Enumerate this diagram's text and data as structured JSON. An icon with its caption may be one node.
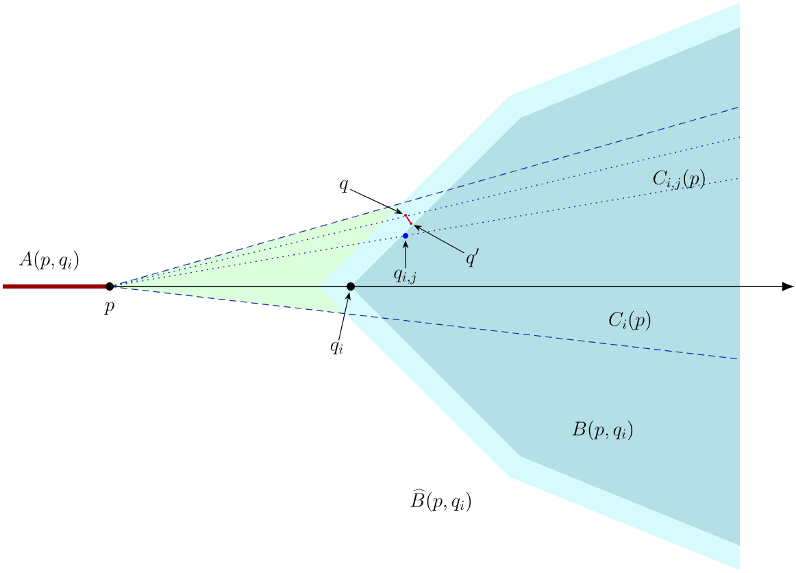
{
  "diagram": {
    "nodes": [
      {
        "text": [
          "q"
        ]
      },
      {
        "text": [],
        "shape": "point"
      },
      {
        "text": [
          "q'"
        ]
      },
      {
        "text": [],
        "shape": "point"
      },
      {
        "text": [
          "q_{i,j}"
        ]
      },
      {
        "text": [],
        "shape": "circle"
      },
      {
        "text": [
          "q_i"
        ]
      },
      {
        "text": [],
        "shape": "circle"
      }
    ],
    "edges": [
      {
        "from": 0,
        "to": 1,
        "arrow": "to"
      },
      {
        "from": 2,
        "to": 3,
        "arrow": "to"
      },
      {
        "from": 4,
        "to": 5,
        "arrow": "to"
      },
      {
        "from": 6,
        "to": 7,
        "arrow": "to"
      },
      {
        "from": 1,
        "to": 3,
        "arrow": "none",
        "color": "#cc0000"
      }
    ],
    "labels": [
      "A(p, q_i)",
      "p",
      "C_{i,j}(p)",
      "C_i(p)",
      "B(p, q_i)",
      "\\widehat{B}(p, q_i)"
    ]
  }
}
